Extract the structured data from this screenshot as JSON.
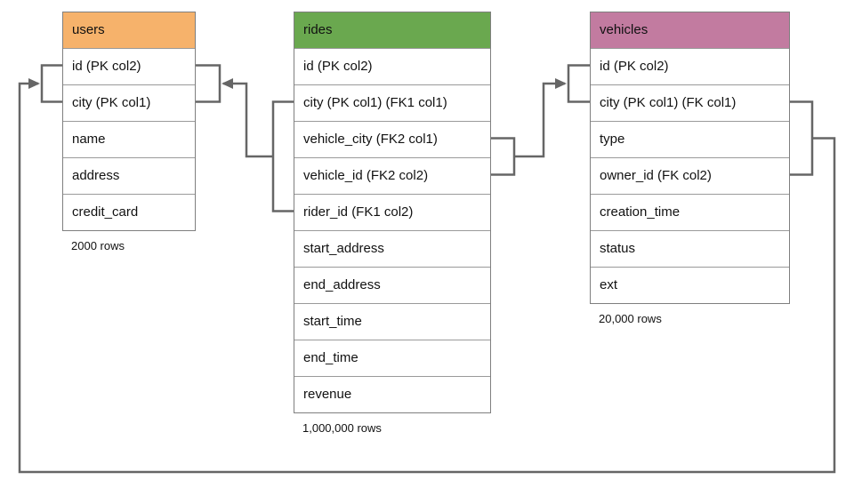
{
  "diagram": {
    "background_color": "#ffffff",
    "line_color": "#666666",
    "tables": [
      {
        "name": "users",
        "header_color": "#F6B26B",
        "columns": [
          "id (PK col2)",
          "city (PK col1)",
          "name",
          "address",
          "credit_card"
        ],
        "row_count_label": "2000 rows"
      },
      {
        "name": "rides",
        "header_color": "#6AA84F",
        "columns": [
          "id (PK col2)",
          "city (PK col1) (FK1 col1)",
          "vehicle_city (FK2 col1)",
          "vehicle_id (FK2 col2)",
          "rider_id (FK1 col2)",
          "start_address",
          "end_address",
          "start_time",
          "end_time",
          "revenue"
        ],
        "row_count_label": "1,000,000 rows"
      },
      {
        "name": "vehicles",
        "header_color": "#C27BA0",
        "columns": [
          "id (PK col2)",
          "city (PK col1) (FK col1)",
          "type",
          "owner_id (FK col2)",
          "creation_time",
          "status",
          "ext"
        ],
        "row_count_label": "20,000 rows"
      }
    ],
    "relationships": [
      {
        "from_table": "rides",
        "from_columns": [
          "city (FK1 col1)",
          "rider_id (FK1 col2)"
        ],
        "to_table": "users",
        "to_columns": [
          "id (PK col2)",
          "city (PK col1)"
        ]
      },
      {
        "from_table": "rides",
        "from_columns": [
          "vehicle_city (FK2 col1)",
          "vehicle_id (FK2 col2)"
        ],
        "to_table": "vehicles",
        "to_columns": [
          "id (PK col2)",
          "city (PK col1)"
        ]
      },
      {
        "from_table": "vehicles",
        "from_columns": [
          "city (FK col1)",
          "owner_id (FK col2)"
        ],
        "to_table": "users",
        "to_columns": [
          "id (PK col2)",
          "city (PK col1)"
        ]
      }
    ]
  }
}
